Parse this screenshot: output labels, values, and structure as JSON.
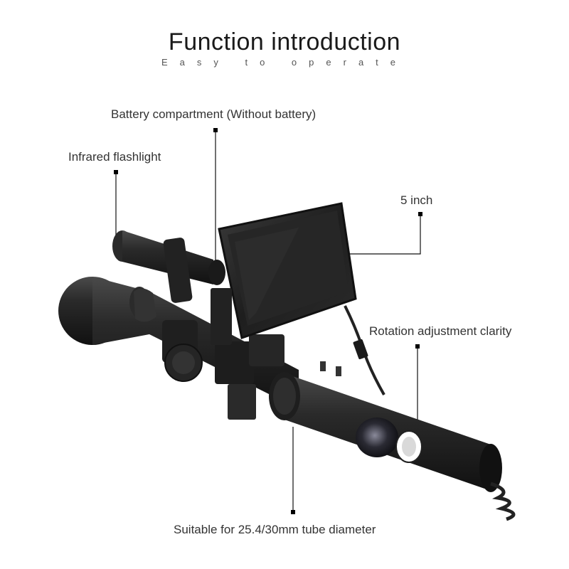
{
  "header": {
    "title": "Function introduction",
    "subtitle": "Easy to operate"
  },
  "callouts": {
    "battery": "Battery compartment (Without battery)",
    "flashlight": "Infrared flashlight",
    "screen": "5 inch",
    "rotation": "Rotation adjustment clarity",
    "tube": "Suitable for 25.4/30mm tube diameter"
  },
  "colors": {
    "device": "#1c1c1c",
    "accent": "#000000",
    "background": "#ffffff"
  }
}
